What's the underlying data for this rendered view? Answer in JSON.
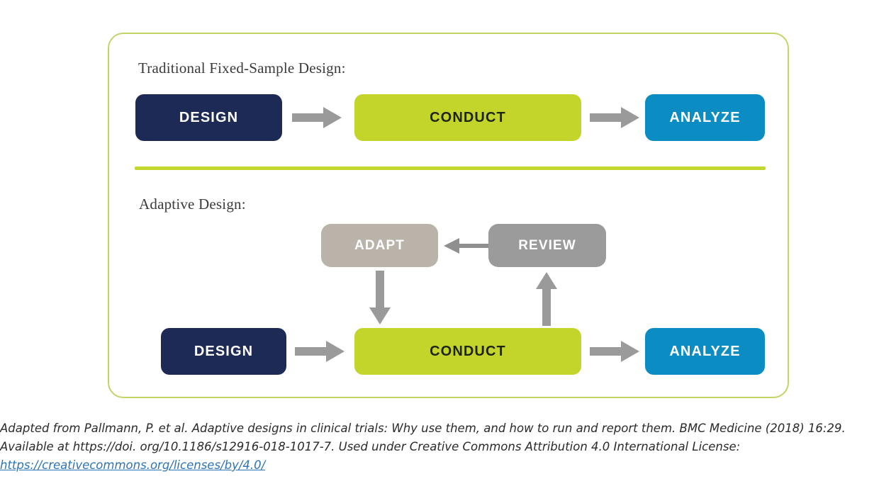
{
  "diagram": {
    "title_traditional": "Traditional Fixed-Sample Design:",
    "title_adaptive": "Adaptive Design:",
    "traditional_row": [
      {
        "label": "DESIGN",
        "fill": "#1d2a55",
        "text_color": "#ffffff"
      },
      {
        "label": "CONDUCT",
        "fill": "#c3d52a",
        "text_color": "#1f2410"
      },
      {
        "label": "ANALYZE",
        "fill": "#0b8dc3",
        "text_color": "#ffffff"
      }
    ],
    "adaptive_feedback_row": [
      {
        "label": "ADAPT",
        "fill": "#b9b3a9",
        "text_color": "#ffffff"
      },
      {
        "label": "REVIEW",
        "fill": "#9b9b9b",
        "text_color": "#ffffff"
      }
    ],
    "adaptive_row": [
      {
        "label": "DESIGN",
        "fill": "#1d2a55",
        "text_color": "#ffffff"
      },
      {
        "label": "CONDUCT",
        "fill": "#c3d52a",
        "text_color": "#1f2410"
      },
      {
        "label": "ANALYZE",
        "fill": "#0b8dc3",
        "text_color": "#ffffff"
      }
    ],
    "arrows": [
      {
        "name": "design-to-conduct-traditional",
        "direction": "right"
      },
      {
        "name": "conduct-to-analyze-traditional",
        "direction": "right"
      },
      {
        "name": "design-to-conduct-adaptive",
        "direction": "right"
      },
      {
        "name": "conduct-to-analyze-adaptive",
        "direction": "right"
      },
      {
        "name": "review-to-adapt",
        "direction": "left"
      },
      {
        "name": "adapt-to-conduct",
        "direction": "down"
      },
      {
        "name": "conduct-to-review",
        "direction": "up"
      }
    ],
    "colors": {
      "frame_border": "#c5d468",
      "divider": "#c3d82f",
      "arrow_gray": "#9a9a9a",
      "navy": "#1d2a55",
      "lime": "#c3d52a",
      "blue": "#0b8dc3",
      "taupe": "#b9b3a9",
      "gray": "#9b9b9b"
    }
  },
  "caption": {
    "line1": "Adapted from Pallmann, P. et al. Adaptive designs in clinical trials: Why use them, and how to run and report them. BMC Medicine (2018) 16:29.",
    "line2": "Available at https://doi. org/10.1186/s12916-018-1017-7. Used under Creative Commons Attribution 4.0 International License:",
    "link": "https://creativecommons.org/licenses/by/4.0/"
  }
}
